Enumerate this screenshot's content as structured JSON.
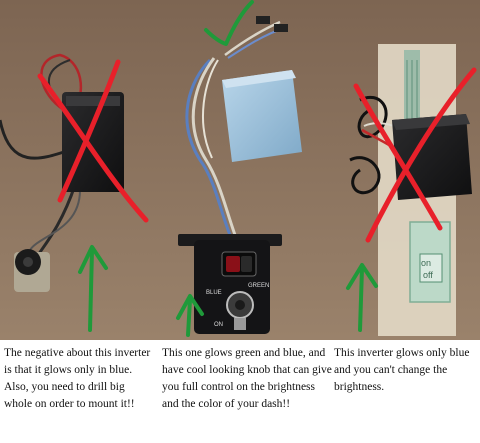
{
  "captions": {
    "left": "The negative about this inverter is that it glows only in blue. Also, you need to drill big whole on order to mount it!!",
    "middle": "This one glows green and blue, and have cool looking knob that can give you full control on the brightness and the color of your dash!!",
    "right": "This inverter glows only blue and you can't change the brightness."
  },
  "switch_panel": {
    "label_blue": "BLUE",
    "label_green": "GREEN",
    "label_on": "ON"
  },
  "membrane_switch": {
    "label_on": "on",
    "label_off": "off"
  },
  "marks": {
    "cross_color": "#e8202a",
    "arrow_color": "#1f9a3a",
    "crossed_items": [
      "left-inverter",
      "right-inverter"
    ],
    "recommended_item": "middle-inverter"
  }
}
